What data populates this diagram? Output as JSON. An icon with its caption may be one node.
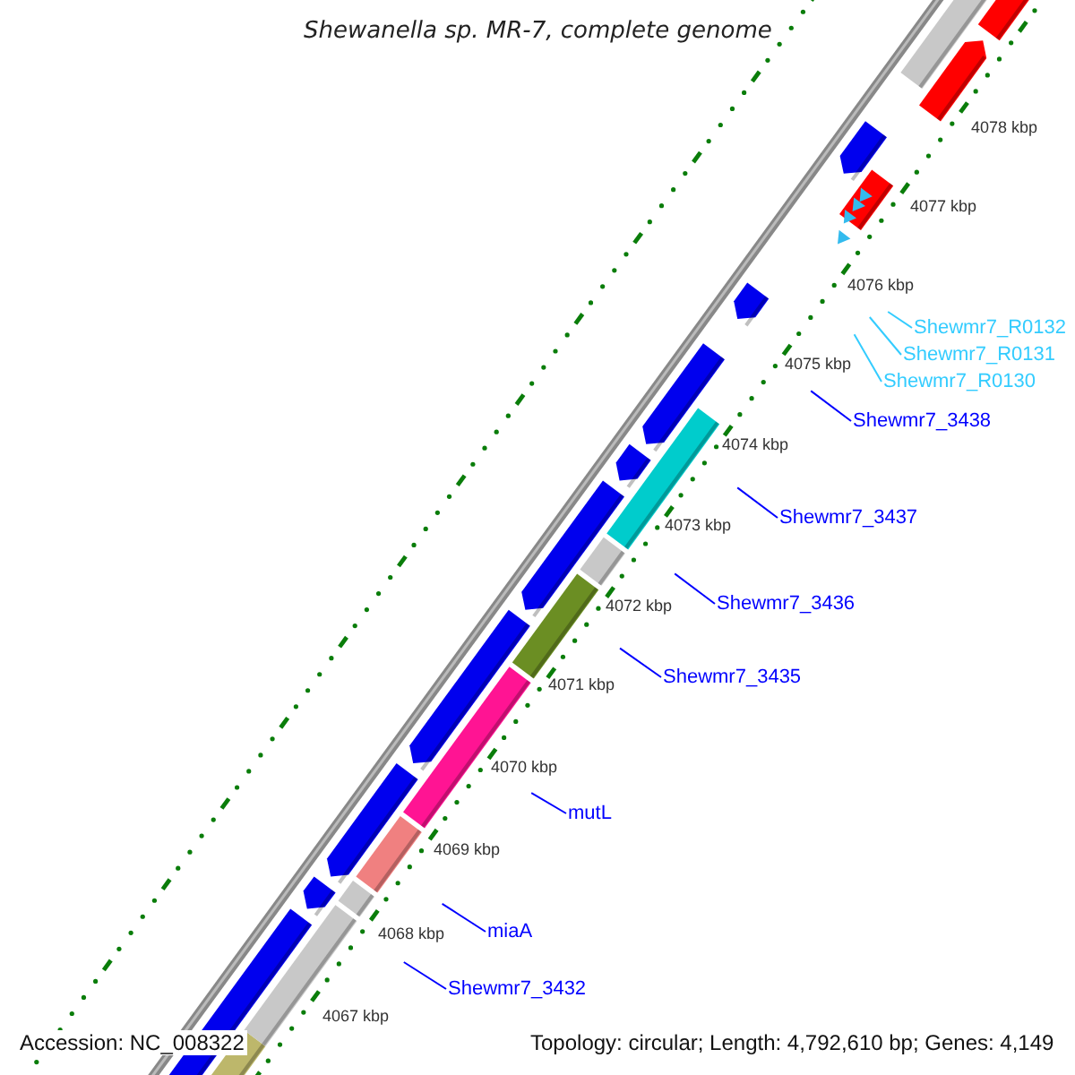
{
  "diagram": {
    "title": "Shewanella sp. MR-7, complete genome",
    "nodes": [
      {
        "text": [
          "Shewmr7_R0132"
        ]
      },
      {
        "text": [
          "Shewmr7_R0131"
        ]
      },
      {
        "text": [
          "Shewmr7_R0130"
        ]
      },
      {
        "text": [
          "Shewmr7_3438"
        ]
      },
      {
        "text": [
          "Shewmr7_3437"
        ]
      },
      {
        "text": [
          "Shewmr7_3436"
        ]
      },
      {
        "text": [
          "Shewmr7_3435"
        ]
      },
      {
        "text": [
          "mutL"
        ]
      },
      {
        "text": [
          "miaA"
        ]
      },
      {
        "text": [
          "Shewmr7_3432"
        ]
      }
    ],
    "edges": [
      {
        "from": 0,
        "to": null,
        "arrow": "none",
        "color": "#33ccff"
      },
      {
        "from": 1,
        "to": null,
        "arrow": "none",
        "color": "#33ccff"
      },
      {
        "from": 2,
        "to": null,
        "arrow": "none",
        "color": "#33ccff"
      },
      {
        "from": 3,
        "to": null,
        "arrow": "none"
      },
      {
        "from": 4,
        "to": null,
        "arrow": "none"
      },
      {
        "from": 5,
        "to": null,
        "arrow": "none"
      },
      {
        "from": 6,
        "to": null,
        "arrow": "none"
      },
      {
        "from": 7,
        "to": null,
        "arrow": "none"
      },
      {
        "from": 8,
        "to": null,
        "arrow": "none"
      },
      {
        "from": 9,
        "to": null,
        "arrow": "none"
      }
    ],
    "labels": [
      "4078 kbp",
      "4077 kbp",
      "4076 kbp",
      "4075 kbp",
      "4074 kbp",
      "4073 kbp",
      "4072 kbp",
      "4071 kbp",
      "4070 kbp",
      "4069 kbp",
      "4068 kbp",
      "4067 kbp",
      "Accession: NC_008322",
      "Topology: circular; Length: 4,792,610 bp; Genes: 4,149"
    ]
  }
}
